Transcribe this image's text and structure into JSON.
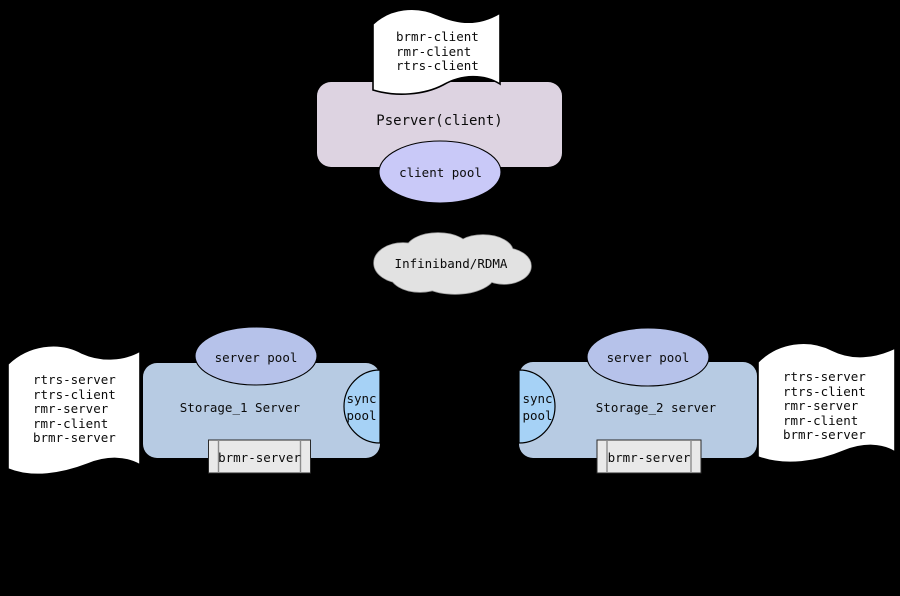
{
  "client": {
    "manifest_lines": [
      "brmr-client",
      "rmr-client",
      "rtrs-client"
    ],
    "box_label": "Pserver(client)",
    "pool_label": "client pool"
  },
  "network": {
    "label": "Infiniband/RDMA"
  },
  "storage_left": {
    "manifest_lines": [
      "rtrs-server",
      "rtrs-client",
      "rmr-server",
      "rmr-client",
      "brmr-server"
    ],
    "box_label": "Storage_1 Server",
    "pool_label": "server pool",
    "sync_line1": "sync",
    "sync_line2": "pool",
    "process_label": "brmr-server"
  },
  "storage_right": {
    "manifest_lines": [
      "rtrs-server",
      "rtrs-client",
      "rmr-server",
      "rmr-client",
      "brmr-server"
    ],
    "box_label": "Storage_2 server",
    "pool_label": "server pool",
    "sync_line1": "sync",
    "sync_line2": "pool",
    "process_label": "brmr-server"
  },
  "colors": {
    "background": "#000000",
    "pserver_box": "#ddd3e1",
    "client_pool": "#c9c9f8",
    "server_pool": "#b6c2ea",
    "storage_box": "#b7cbe3",
    "sync_pool": "#a6d2f6",
    "network_cloud": "#e2e2e2",
    "process_box": "#e9e9e9",
    "document": "#ffffff"
  }
}
